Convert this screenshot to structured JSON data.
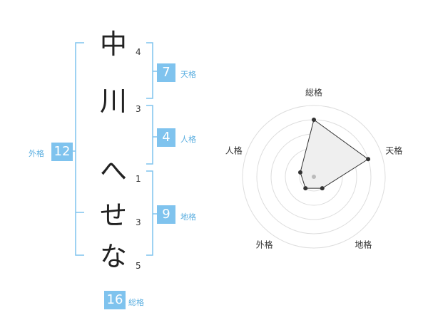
{
  "name": {
    "characters": [
      {
        "char": "中",
        "strokes": "4"
      },
      {
        "char": "川",
        "strokes": "3"
      },
      {
        "char": "へ",
        "strokes": "1"
      },
      {
        "char": "せ",
        "strokes": "3"
      },
      {
        "char": "な",
        "strokes": "5"
      }
    ]
  },
  "fortune": {
    "ten": {
      "value": "7",
      "label": "天格"
    },
    "jin": {
      "value": "4",
      "label": "人格"
    },
    "chi": {
      "value": "9",
      "label": "地格"
    },
    "gai": {
      "value": "12",
      "label": "外格"
    },
    "total": {
      "value": "16",
      "label": "総格"
    }
  },
  "colors": {
    "bracket": "#7fc3ee",
    "badge": "#7fc3ee",
    "badge_label": "#5aaee0"
  },
  "chart_data": {
    "type": "radar",
    "axes": [
      "総格",
      "天格",
      "地格",
      "外格",
      "人格"
    ],
    "values": [
      4,
      4,
      1,
      1,
      1
    ],
    "max": 5,
    "rings": 5
  }
}
